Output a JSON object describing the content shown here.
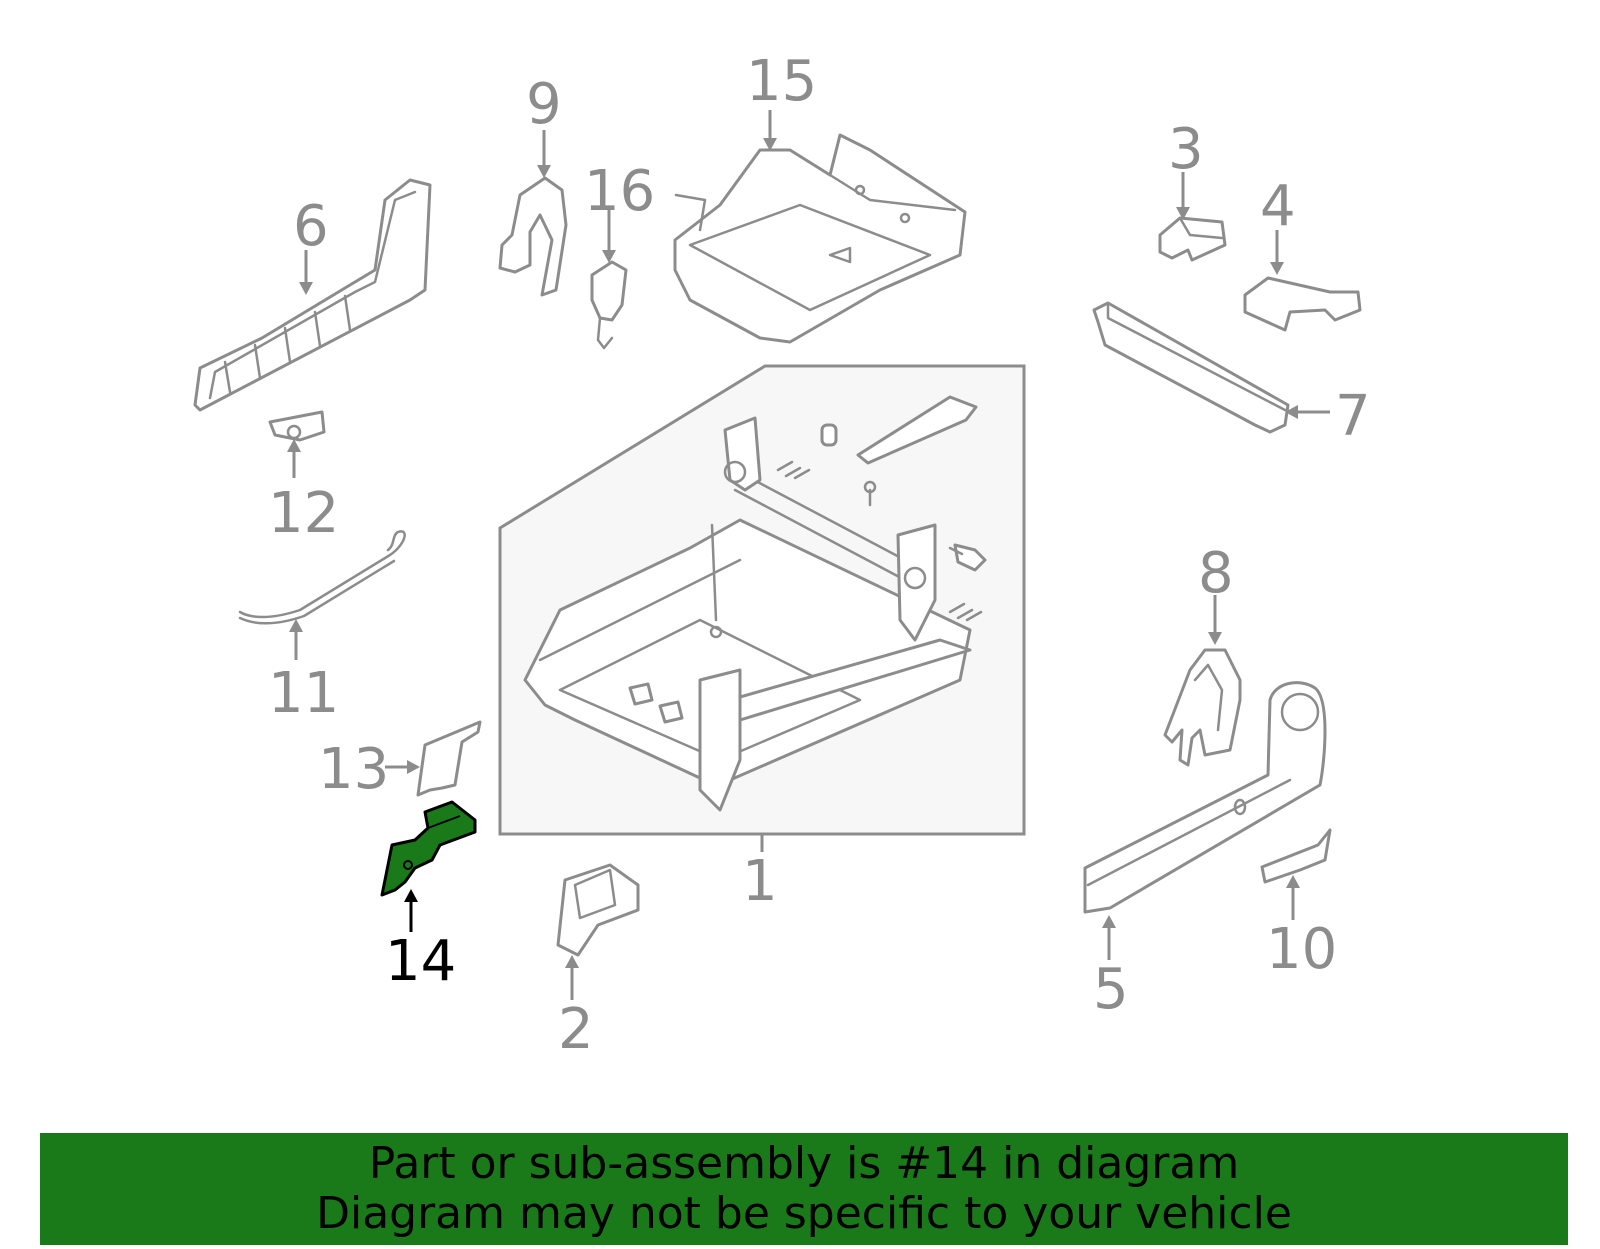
{
  "diagram": {
    "colors": {
      "line": "#8c8c8c",
      "highlight_fill": "#1a7a1a",
      "highlight_label": "#000000",
      "banner_bg": "#1a7a1a"
    },
    "callouts": {
      "c1": "1",
      "c2": "2",
      "c3": "3",
      "c4": "4",
      "c5": "5",
      "c6": "6",
      "c7": "7",
      "c8": "8",
      "c9": "9",
      "c10": "10",
      "c11": "11",
      "c12": "12",
      "c13": "13",
      "c14": "14",
      "c15": "15",
      "c16": "16"
    },
    "highlighted_part": "14"
  },
  "banner": {
    "line1": "Part or sub-assembly is #14 in diagram",
    "line2": "Diagram may not be specific to your vehicle"
  }
}
